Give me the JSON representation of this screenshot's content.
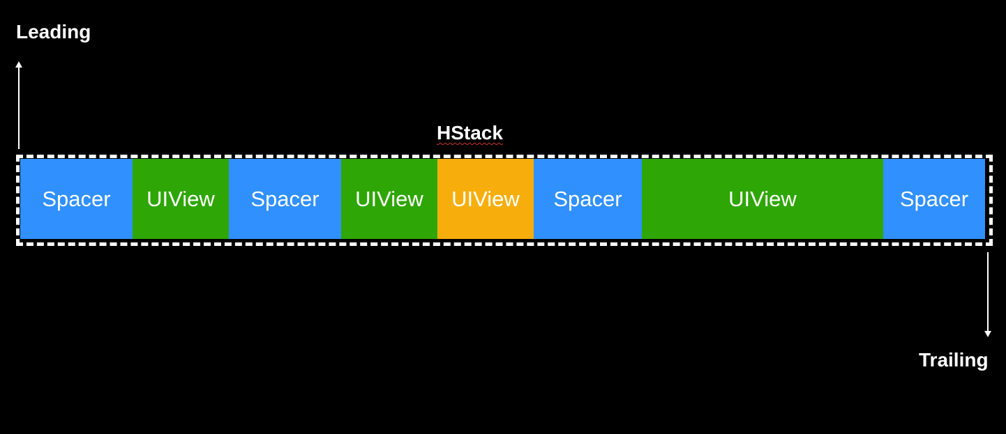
{
  "title": "HStack",
  "leading_label": "Leading",
  "trailing_label": "Trailing",
  "colors": {
    "background": "#000000",
    "spacer": "#3090fe",
    "uiview": "#2ea605",
    "uiview_highlight": "#f7ae0c",
    "text": "#ffffff"
  },
  "segments": [
    {
      "label": "Spacer",
      "kind": "spacer",
      "color": "#3090fe"
    },
    {
      "label": "UIView",
      "kind": "uiview",
      "color": "#2ea605"
    },
    {
      "label": "Spacer",
      "kind": "spacer",
      "color": "#3090fe"
    },
    {
      "label": "UIView",
      "kind": "uiview",
      "color": "#2ea605"
    },
    {
      "label": "UIView",
      "kind": "uiview",
      "color": "#f7ae0c"
    },
    {
      "label": "Spacer",
      "kind": "spacer",
      "color": "#3090fe"
    },
    {
      "label": "UIView",
      "kind": "uiview",
      "color": "#2ea605"
    },
    {
      "label": "Spacer",
      "kind": "spacer",
      "color": "#3090fe"
    }
  ]
}
